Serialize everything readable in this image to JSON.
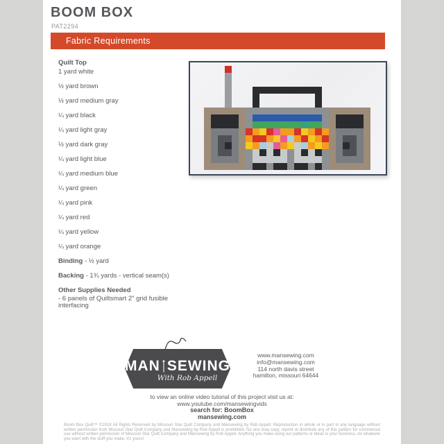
{
  "page": {
    "title": "BOOM BOX",
    "pattern_number": "PAT2294",
    "banner_label": "Fabric Requirements",
    "banner_color": "#d4492a"
  },
  "fabric": {
    "heading": "Quilt Top",
    "items": [
      {
        "lead": "",
        "text": "1 yard white"
      },
      {
        "lead": "",
        "text": "½ yard brown"
      },
      {
        "lead": "",
        "text": "½ yard medium gray"
      },
      {
        "lead": "",
        "text": "¼ yard black"
      },
      {
        "lead": "",
        "text": "¼ yard light gray"
      },
      {
        "lead": "",
        "text": "½ yard dark gray"
      },
      {
        "lead": "",
        "text": "¼ yard light blue"
      },
      {
        "lead": "",
        "text": "¼ yard medium blue"
      },
      {
        "lead": "",
        "text": "¼ yard green"
      },
      {
        "lead": "",
        "text": "¼ yard pink"
      },
      {
        "lead": "",
        "text": "¼ yard red"
      },
      {
        "lead": "",
        "text": "¼ yard yellow"
      },
      {
        "lead": "",
        "text": "¼ yard orange"
      },
      {
        "lead": "Binding",
        "text": " - ½ yard"
      },
      {
        "lead": "Backing",
        "text": " - 1¾ yards - vertical seam(s)"
      }
    ],
    "other_heading": "Other Supplies Needed",
    "other_item": "- 6 panels of Quiltsmart 2\" grid fusible interfacing"
  },
  "quilt_image": {
    "background": "#f3f3f5",
    "border_color": "#3d4657",
    "palette": {
      "r": "#ce3127",
      "A": "#9b9ea1",
      "K": "#2a2b2e",
      "G": "#8e9194",
      "T": "#9d8c79",
      "M": "#7a7d81",
      "D": "#4e5156",
      "S": "#c8cbcc",
      "B": "#2a5cab",
      "E": "#43a45e",
      "e": "#35a08c",
      "O": "#f39c1f",
      "R": "#d73327",
      "Y": "#f6c91f",
      "P": "#e85a9b",
      "L": "#accdde"
    },
    "pixels": [
      "....r.....................",
      "....A.....................",
      "....A.....................",
      "....A...KKKKKKKKKK........",
      "....A...K........K........",
      "....A...K........K........",
      ".TTTTTTGGGGGGGGGGGGTTTTTT.",
      ".TKKKKTGBBBBBBBBBBGTKKKKT.",
      ".TKKKKTGEEEEEEEeEEGTKKKKT.",
      ".TMMMMTROYRPOORYOROTMMMMT.",
      ".TMDDMTORROYPLORYORTMDDMT.",
      ".TMDKMTYOLSPOYSLOYOTMKDMT.",
      ".TMDDMTGSKSKSGSKSKGTMDDMT.",
      ".TMMMMTGSSSSSGSSSSGTMMMMT.",
      ".TTTTTTGKKGKKGKKGKGTTTTTT."
    ]
  },
  "logo": {
    "word1": "MAN",
    "word2": "SEWING",
    "tagline": "With Rob Appell"
  },
  "contact": {
    "lines": [
      "www.mansewing.com",
      "info@mansewing.com",
      "114 north davis street",
      "hamilton, missouri 64644"
    ]
  },
  "video_cta": {
    "line1": "to view an online video tutorial of this project visit us at:",
    "line2": "www.youtube.com/mansewingvids",
    "line3": "search for: BoomBox",
    "line4": "mansewing.com"
  },
  "legal": "Boom Box Quilt™ ©2018 All Rights Reserved by Missouri Star Quilt Company and Mansewing by Rob Appell. Reproduction in whole or in part in any language without written permission from Missouri Star Quilt Company and Mansewing by Rob Appell is prohibited. No one may copy, reprint or distribute any of this pattern for commercial use without written permission of Missouri Star Quilt Company and Mansewing by Rob Appell. Anything you make using our patterns or ideas is your business, do whatever you want with the stuff you make, it's yours!"
}
